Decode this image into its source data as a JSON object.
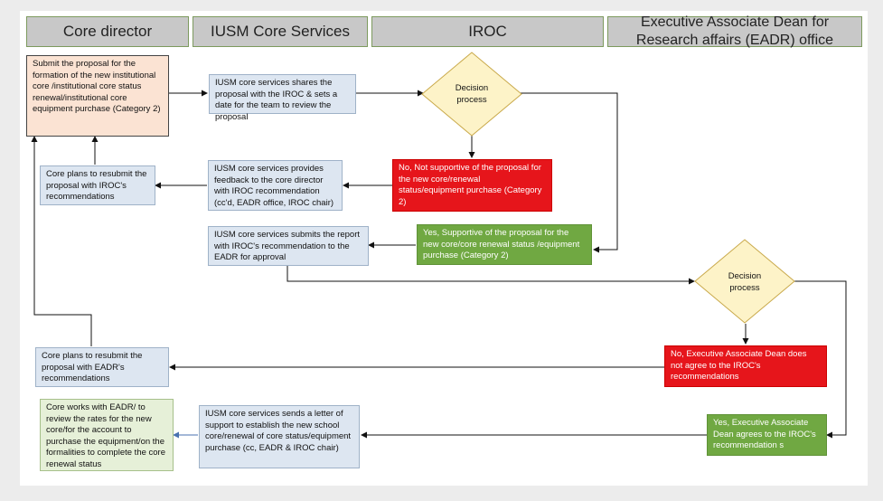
{
  "headers": [
    "Core director",
    "IUSM Core Services",
    "IROC",
    "Executive Associate Dean for Research affairs (EADR) office"
  ],
  "boxes": {
    "submit_proposal": "Submit the proposal for the formation of the new institutional core /institutional core status renewal/institutional core equipment purchase (Category 2)",
    "shares_proposal": "IUSM core services shares the proposal with the IROC & sets a date for the team to review the proposal",
    "decision_iroc": "Decision process",
    "no_iroc": "No, Not supportive of the proposal for the new core/renewal status/equipment purchase (Category 2)",
    "feedback": "IUSM core services provides feedback to the core director with IROC recommendation (cc'd, EADR office, IROC chair)",
    "resubmit_iroc": "Core plans to resubmit the proposal with IROC's recommendations",
    "yes_iroc": "Yes, Supportive of the proposal for the new core/core renewal status /equipment purchase (Category 2)",
    "submits_report": "IUSM core services submits the report with IROC's recommendation to the EADR for approval",
    "decision_eadr": "Decision process",
    "no_eadr": "No, Executive Associate Dean does not agree to the IROC's recommendations",
    "resubmit_eadr": "Core plans to resubmit the proposal with EADR's recommendations",
    "yes_eadr": "Yes, Executive Associate Dean agrees to the IROC's recommendation s",
    "letter_support": "IUSM core services sends a letter of support to establish the new school core/renewal of core status/equipment purchase (cc, EADR & IROC chair)",
    "core_works": "Core works with EADR/ to review the rates for the new core/for the account to purchase the equipment/on the formalities to complete the core renewal status"
  }
}
